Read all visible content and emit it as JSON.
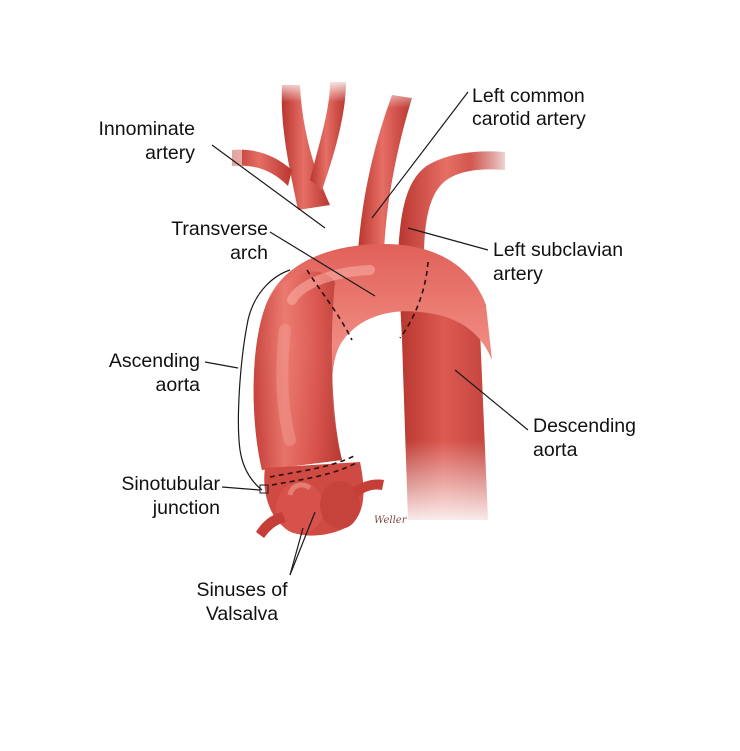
{
  "labels": {
    "innominate_l1": "Innominate",
    "innominate_l2": "artery",
    "left_common_l1": "Left common",
    "left_common_l2": "carotid artery",
    "transverse_l1": "Transverse",
    "transverse_l2": "arch",
    "left_subclavian_l1": "Left subclavian",
    "left_subclavian_l2": "artery",
    "ascending_l1": "Ascending",
    "ascending_l2": "aorta",
    "descending_l1": "Descending",
    "descending_l2": "aorta",
    "sinotubular_l1": "Sinotubular",
    "sinotubular_l2": "junction",
    "sinuses_l1": "Sinuses of",
    "sinuses_l2": "Valsalva"
  },
  "signature": "Weller",
  "colors": {
    "vessel_main": "#d9544d",
    "vessel_dark": "#a8302b",
    "vessel_light": "#f08a80"
  }
}
